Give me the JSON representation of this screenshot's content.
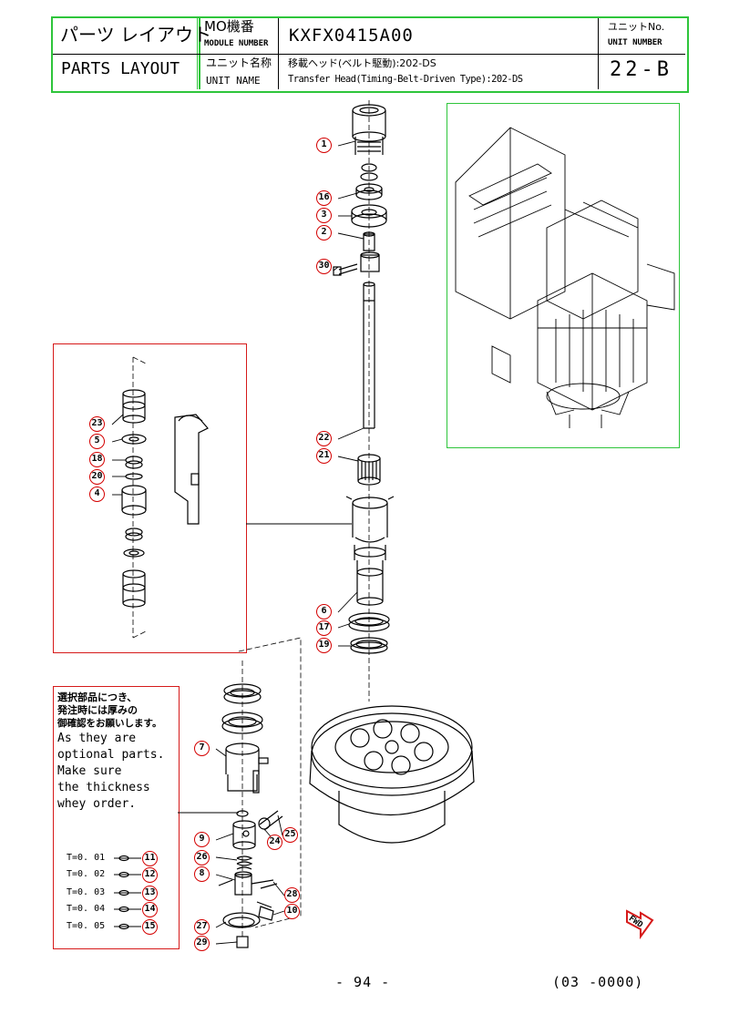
{
  "header": {
    "parts_layout_jp": "パーツ レイアウト",
    "parts_layout_en": "PARTS LAYOUT",
    "module_number_jp": "MO機番",
    "module_number_en": "MODULE NUMBER",
    "module_number_value": "KXFX0415A00",
    "unit_name_jp": "ユニット名称",
    "unit_name_en": "UNIT NAME",
    "unit_name_value_jp": "移載ヘッド(ベルト駆動):202-DS",
    "unit_name_value_en": "Transfer Head(Timing-Belt-Driven Type):202-DS",
    "unit_number_jp": "ユニットNo.",
    "unit_number_en": "UNIT NUMBER",
    "unit_number_value": "22-B"
  },
  "note": {
    "jp_line1": "選択部品につき、",
    "jp_line2": "発注時には厚みの",
    "jp_line3": "御確認をお願いします。",
    "en_lines": [
      "As they are",
      "optional parts.",
      "Make sure",
      "the thickness",
      "whey order."
    ]
  },
  "thickness_options": [
    {
      "label": "T=0. 01",
      "part": "11"
    },
    {
      "label": "T=0. 02",
      "part": "12"
    },
    {
      "label": "T=0. 03",
      "part": "13"
    },
    {
      "label": "T=0. 04",
      "part": "14"
    },
    {
      "label": "T=0. 05",
      "part": "15"
    }
  ],
  "callouts": {
    "main": [
      "1",
      "16",
      "3",
      "2",
      "30",
      "22",
      "21",
      "6",
      "17",
      "19"
    ],
    "detail_box": [
      "23",
      "5",
      "18",
      "20",
      "4"
    ],
    "lower": [
      "7",
      "9",
      "25",
      "24",
      "26",
      "8",
      "28",
      "10",
      "27",
      "29"
    ]
  },
  "direction_label": "FWD",
  "footer": {
    "page": "- 94 -",
    "code": "(03 -0000)"
  },
  "colors": {
    "frame_green": "#2ec53b",
    "callout_red": "#d40000",
    "detail_red": "#d61a1a"
  }
}
